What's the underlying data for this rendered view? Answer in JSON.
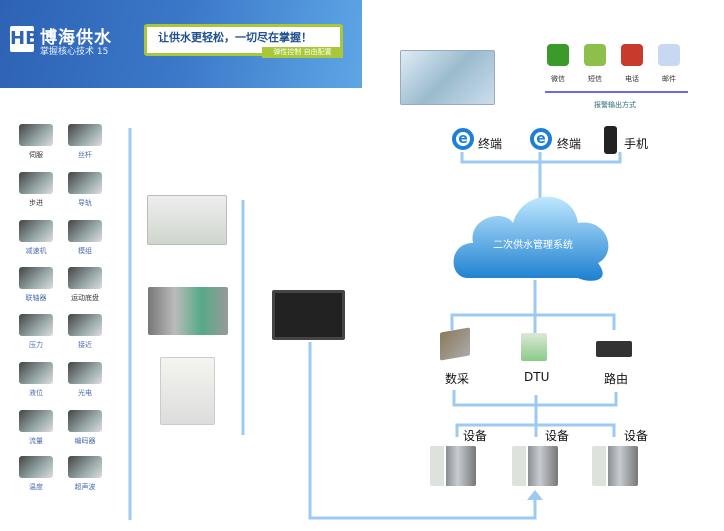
{
  "banner": {
    "logo": "HB",
    "brand": "博海供水",
    "brand_sub": "掌握核心技术 15",
    "slogan": "让供水更轻松，一切尽在掌握！",
    "tag": "弹性控制 自由配置"
  },
  "components": [
    {
      "label": "伺服",
      "color": "#333"
    },
    {
      "label": "丝杆",
      "color": "#4a6cb0"
    },
    {
      "label": "步进",
      "color": "#333"
    },
    {
      "label": "导轨",
      "color": "#4a6cb0"
    },
    {
      "label": "减速机",
      "color": "#4a6cb0"
    },
    {
      "label": "模组",
      "color": "#4a6cb0"
    },
    {
      "label": "联轴器",
      "color": "#4a6cb0"
    },
    {
      "label": "运动底盘",
      "color": "#333"
    },
    {
      "label": "压力",
      "color": "#4a6cb0"
    },
    {
      "label": "接近",
      "color": "#4a6cb0"
    },
    {
      "label": "液位",
      "color": "#4a6cb0"
    },
    {
      "label": "光电",
      "color": "#4a6cb0"
    },
    {
      "label": "流量",
      "color": "#4a6cb0"
    },
    {
      "label": "编码器",
      "color": "#4a6cb0"
    },
    {
      "label": "温度",
      "color": "#4a6cb0"
    },
    {
      "label": "超声波",
      "color": "#4a6cb0"
    }
  ],
  "alerts": {
    "items": [
      {
        "label": "微信",
        "icon": "wechat-icon",
        "color": "#3a9a2a"
      },
      {
        "label": "短信",
        "icon": "envelope-icon",
        "color": "#8cc04a"
      },
      {
        "label": "电话",
        "icon": "phone-24-7-icon",
        "color": "#c83a2a"
      },
      {
        "label": "邮件",
        "icon": "email-at-icon",
        "color": "#c8d8f0"
      }
    ],
    "caption": "报警输出方式"
  },
  "terminals": [
    {
      "label": "终端",
      "icon": "ie-browser-icon"
    },
    {
      "label": "终端",
      "icon": "ie-browser-icon"
    },
    {
      "label": "手机",
      "icon": "mobile-phone-icon"
    }
  ],
  "cloud": {
    "label": "二次供水管理系统"
  },
  "gateways": [
    {
      "label": "数采"
    },
    {
      "label": "DTU"
    },
    {
      "label": "路由"
    }
  ],
  "devices": [
    {
      "label": "设备"
    },
    {
      "label": "设备"
    },
    {
      "label": "设备"
    }
  ],
  "colors": {
    "line": "#9ccaf0",
    "accent": "#a8c838",
    "banner": "#3b78c8"
  }
}
